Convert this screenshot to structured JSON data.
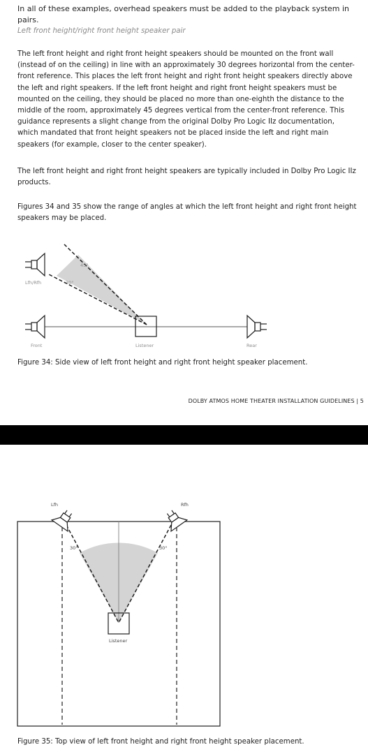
{
  "intro_text": "In all of these examples, overhead speakers must be added to the playback system in pairs.",
  "subheading": "Left front height/right front height speaker pair",
  "paragraph_mounting": "The left front height and right front height speakers should be mounted on the front wall (instead of on the ceiling) in line with an approximately 30 degrees horizontal from the center-front reference. This places the left front height and right front height speakers directly above the left and right speakers. If the left front height and right front height speakers must be mounted on the ceiling, they should be placed no more than one-eighth the distance to the middle of the room, approximately 45 degrees vertical from the center-front reference. This guidance represents a slight change from the original Dolby Pro Logic IIz documentation, which mandated that front height speakers not be placed inside the left and right main speakers (for example, closer to the center speaker).",
  "paragraph_products": "The left front height and right front height speakers are typically included in Dolby Pro Logic IIz products.",
  "paragraph_figures": "Figures 34 and 35 show the range of angles at which the left front height and right front height speakers may be placed.",
  "figure34": {
    "label_speaker": "Lfh/Rfh",
    "label_45": "45°",
    "label_30": "30°",
    "label_front": "Front",
    "label_listener": "Listener",
    "label_rear": "Rear",
    "caption": "Figure 34: Side view of left front height and right front height speaker placement."
  },
  "footer": "DOLBY ATMOS HOME THEATER INSTALLATION GUIDELINES  |  5",
  "figure35": {
    "label_lfh": "Lfh",
    "label_rfh": "Rfh",
    "label_30_left": "30°",
    "label_30_right": "30°",
    "label_listener": "Listener",
    "caption": "Figure 35: Top view of left front height and right front height speaker placement."
  },
  "colors": {
    "text": "#1e1e1e",
    "subheading": "#8a8a8a",
    "wedge_fill": "#d4d4d4",
    "diagram_label": "#8c8c8c",
    "band": "#000000"
  }
}
